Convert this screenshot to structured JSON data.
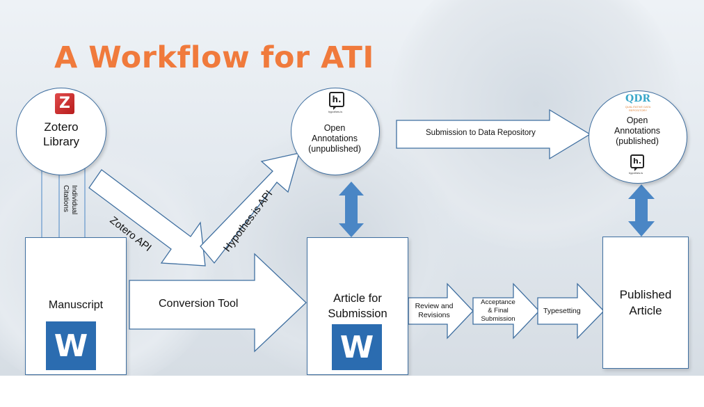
{
  "title": "A Workflow for ATI",
  "zotero": {
    "label_line1": "Zotero",
    "label_line2": "Library",
    "logo_letter": "Z",
    "icon": "zotero-logo-icon"
  },
  "manuscript": {
    "label": "Manuscript",
    "word_letter": "W",
    "icon": "word-logo-icon"
  },
  "article": {
    "label_line1": "Article for",
    "label_line2": "Submission",
    "word_letter": "W"
  },
  "hypothesis_unpub": {
    "logo_letter": "h.",
    "logo_caption": "hypothes.is",
    "line1": "Open",
    "line2": "Annotations",
    "line3": "(unpublished)"
  },
  "qdr": {
    "logo": "QDR",
    "logo_sub1": "QUALITATIVE DATA",
    "logo_sub2": "REPOSITORY",
    "line1": "Open",
    "line2": "Annotations",
    "line3": "(published)",
    "h_logo": "h.",
    "h_caption": "hypothes.is"
  },
  "published": {
    "line1": "Published",
    "line2": "Article"
  },
  "arrows": {
    "individual_citations_1": "Individual",
    "individual_citations_2": "Citations",
    "zotero_api": "Zotero API",
    "hypothesis_api": "Hypothes.is API",
    "conversion_tool": "Conversion Tool",
    "submission_repo": "Submission to Data Repository",
    "review_1": "Review and",
    "review_2": "Revisions",
    "acceptance_1": "Acceptance",
    "acceptance_2": "& Final",
    "acceptance_3": "Submission",
    "typesetting": "Typesetting"
  },
  "colors": {
    "title": "#f07a3c",
    "accent_blue": "#4a86c5",
    "outline": "#3f6fa0",
    "word_blue": "#2b6cb0"
  }
}
